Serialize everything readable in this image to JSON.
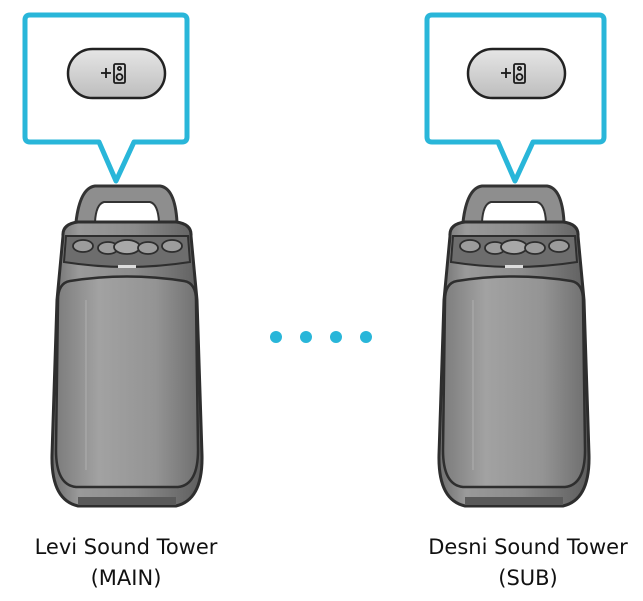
{
  "colors": {
    "callout_border": "#29b6d9",
    "dots": "#29b6d9",
    "speaker_body": "#8a8a8a",
    "speaker_outline": "#3a3a3a"
  },
  "speakers": [
    {
      "name": "Levi Sound Tower",
      "role": "(MAIN)",
      "button_icon": "add-speaker-icon"
    },
    {
      "name": "Desni Sound Tower",
      "role": "(SUB)",
      "button_icon": "add-speaker-icon"
    }
  ],
  "connector": {
    "dot_count": 4
  }
}
